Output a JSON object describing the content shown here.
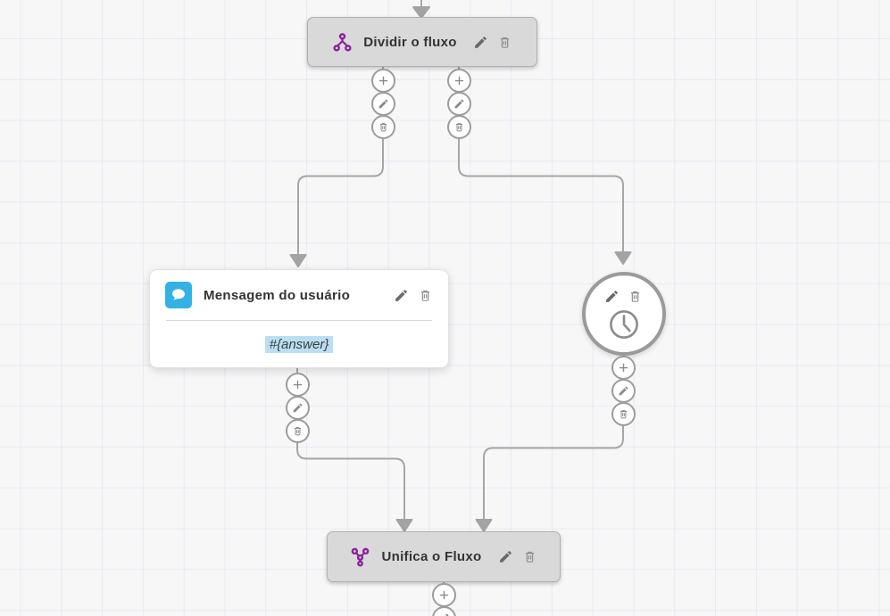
{
  "canvas": {
    "background_color": "#f7f7f8",
    "grid_line_color": "#e8eaf2",
    "connector_color": "#a6a6a6"
  },
  "nodes": {
    "split": {
      "title": "Dividir o fluxo",
      "icon": "split-icon",
      "accent_color": "#8e1f9e",
      "actions": [
        "edit",
        "delete"
      ]
    },
    "user_message": {
      "title": "Mensagem do usuário",
      "body": "#{answer}",
      "icon": "chat-bubble-icon",
      "accent_color": "#35b2e4",
      "body_highlight_color": "#b9dff0",
      "actions": [
        "edit",
        "delete"
      ]
    },
    "timer": {
      "icon": "clock-icon",
      "actions": [
        "edit",
        "delete"
      ]
    },
    "merge": {
      "title": "Unifica o Fluxo",
      "icon": "merge-icon",
      "accent_color": "#8e1f9e",
      "actions": [
        "edit",
        "delete"
      ]
    }
  },
  "connector_buttons": [
    "add",
    "edit",
    "delete"
  ]
}
